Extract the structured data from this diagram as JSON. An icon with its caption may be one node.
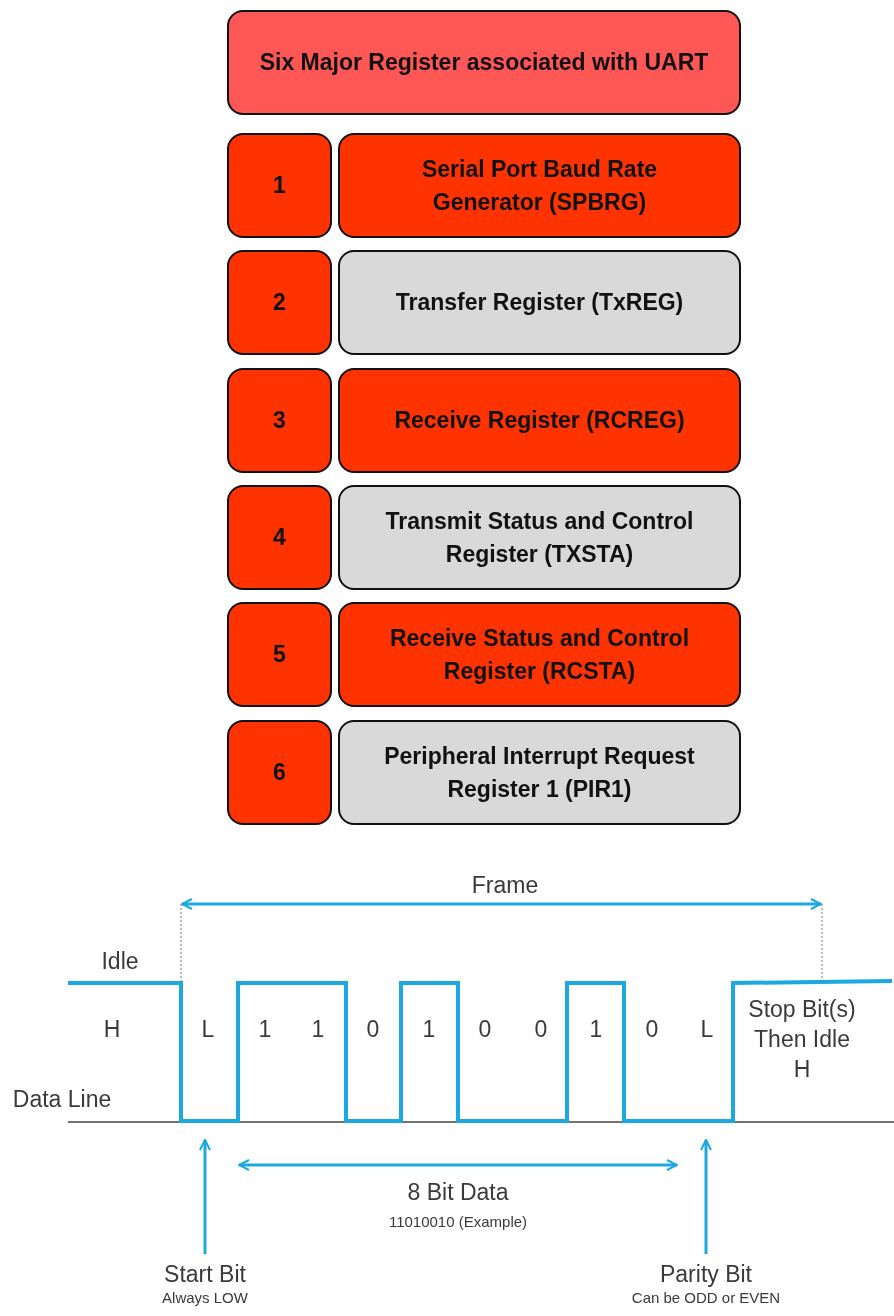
{
  "diagram": {
    "nodes": [
      {
        "text": [
          "Six Major Register associated with UART"
        ]
      },
      {
        "text": [
          "1"
        ]
      },
      {
        "text": [
          "Serial Port Baud Rate Generator (SPBRG)"
        ]
      },
      {
        "text": [
          "2"
        ]
      },
      {
        "text": [
          "Transfer Register (TxREG)"
        ]
      },
      {
        "text": [
          "3"
        ]
      },
      {
        "text": [
          "Receive Register (RCREG)"
        ]
      },
      {
        "text": [
          "4"
        ]
      },
      {
        "text": [
          "Transmit Status and Control Register (TXSTA)"
        ]
      },
      {
        "text": [
          "5"
        ]
      },
      {
        "text": [
          "Receive Status and Control Register (RCSTA)"
        ]
      },
      {
        "text": [
          "6"
        ]
      },
      {
        "text": [
          "Peripheral Interrupt Request Register 1 (PIR1)"
        ]
      },
      {
        "text": [
          "Start Bit",
          "Always LOW"
        ]
      },
      {
        "text": [
          "Parity Bit",
          "Can be ODD or EVEN"
        ]
      }
    ],
    "edges": [
      {
        "from": 13,
        "to": null,
        "arrow": "to"
      },
      {
        "from": 14,
        "to": null,
        "arrow": "to"
      }
    ],
    "labels": [
      "Frame",
      "Idle",
      "H",
      "L",
      "1",
      "1",
      "0",
      "1",
      "0",
      "0",
      "1",
      "0",
      "L",
      "Stop Bit(s) Then Idle H",
      "Data Line",
      "8 Bit Data",
      "11010010 (Example)"
    ]
  }
}
